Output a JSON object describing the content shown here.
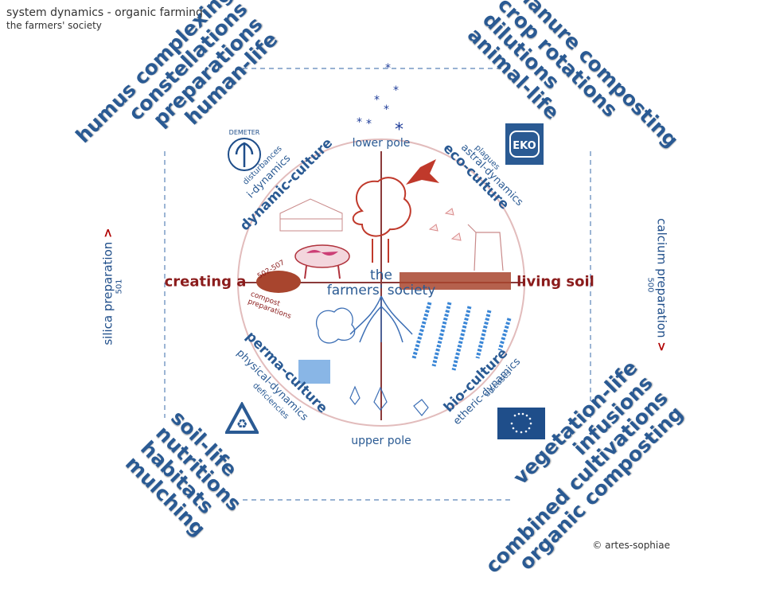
{
  "header": {
    "title": "system dynamics - organic farming",
    "subtitle": "the farmers' society"
  },
  "footer": {
    "copyright": "© artes-sophiae"
  },
  "corners": {
    "top_left": [
      "humus complexing",
      "constellations",
      "preparations",
      "human-life"
    ],
    "top_right": [
      "manure composting",
      "crop rotations",
      "dilutions",
      "animal-life"
    ],
    "bottom_left": [
      "soil-life",
      "nutritions",
      "habitats",
      "mulching"
    ],
    "bottom_right": [
      "vegetation-life",
      "infusions",
      "combined cultivations",
      "organic composting"
    ]
  },
  "preparations": {
    "left": {
      "label": "silica preparation",
      "code": "501",
      "arrow": ">"
    },
    "right": {
      "label": "calcium preparation",
      "code": "500",
      "arrow": ">"
    }
  },
  "quadrants": {
    "top_left": {
      "culture": "dynamic-culture",
      "dynamics": "i-dynamics",
      "issue": "disturbances"
    },
    "top_right": {
      "culture": "eco-culture",
      "dynamics": "astral-dynamics",
      "issue": "plagues"
    },
    "bottom_left": {
      "culture": "perma-culture",
      "dynamics": "physical-dynamics",
      "issue": "deficiencies"
    },
    "bottom_right": {
      "culture": "bio-culture",
      "dynamics": "etheric-dynamics",
      "issue": "diseases"
    }
  },
  "poles": {
    "top": "lower pole",
    "bottom": "upper pole"
  },
  "axis": {
    "left": "creating a",
    "right": "living soil"
  },
  "center": {
    "line1": "the",
    "line2": "farmers' society"
  },
  "compost": {
    "codes": "502-507",
    "label": "compost preparations"
  },
  "colors": {
    "blue": "#2a5a93",
    "red": "#8b1c1c",
    "dashed": "#5b84b8"
  },
  "icons": [
    "demeter-logo-icon",
    "eko-logo-icon",
    "recycle-logo-icon",
    "eu-organic-logo-icon"
  ]
}
